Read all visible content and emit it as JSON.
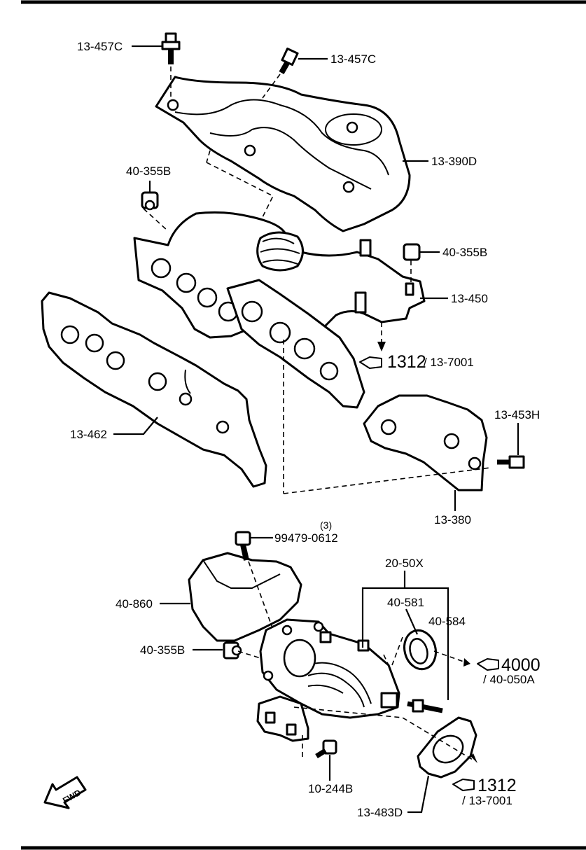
{
  "labels": {
    "bolt_top_left": "13-457C",
    "bolt_top_right": "13-457C",
    "heat_insulator_upper": "13-390D",
    "nut_left": "40-355B",
    "nut_right": "40-355B",
    "exhaust_manifold": "13-450",
    "ref_1312_upper": "1312",
    "ref_137001_upper": "/ 13-7001",
    "gasket_manifold": "13-462",
    "bolt_453h": "13-453H",
    "bracket_380": "13-380",
    "bolt_99479": "99479-0612",
    "bolt_99479_qty": "(3)",
    "kit_2050x": "20-50X",
    "gasket_40581": "40-581",
    "stud_40584": "40-584",
    "heat_insulator_lower": "40-860",
    "nut_lower": "40-355B",
    "ref_4000": "4000",
    "ref_40050a": "/ 40-050A",
    "bolt_10244b": "10-244B",
    "ref_1312_lower": "1312",
    "ref_137001_lower": "/ 13-7001",
    "gasket_483d": "13-483D",
    "fwd": "FWD"
  }
}
